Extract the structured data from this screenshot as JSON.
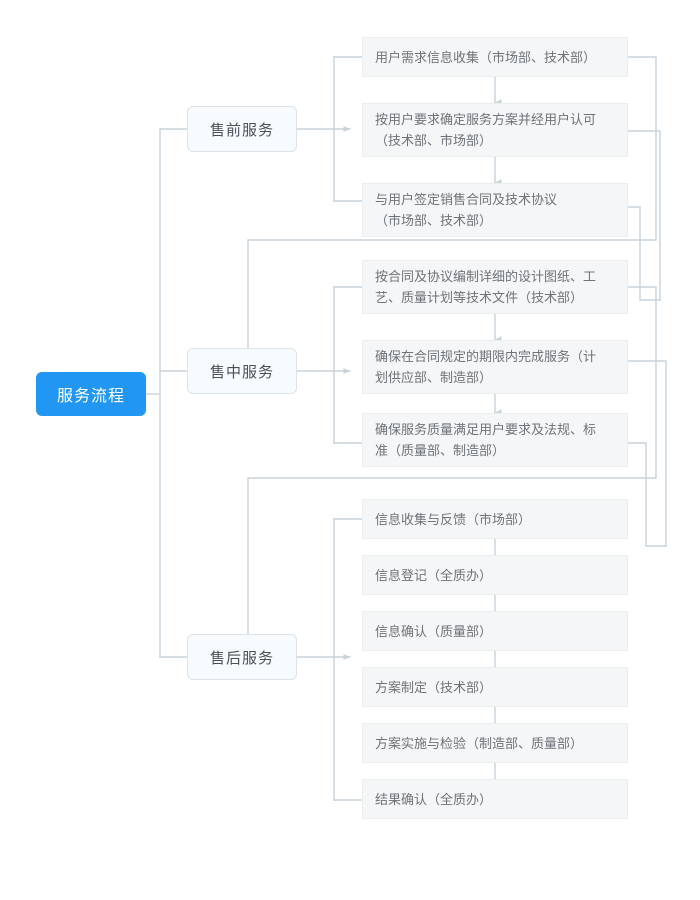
{
  "diagram": {
    "title": "服务流程",
    "root": {
      "label": "服务流程",
      "color": "#2196f3",
      "text_color": "#ffffff"
    },
    "connector_color": "#c9d3da",
    "branches": [
      {
        "id": "presale",
        "label": "售前服务",
        "steps": [
          {
            "id": "presale-1",
            "label": "用户需求信息收集（市场部、技术部）"
          },
          {
            "id": "presale-2",
            "label": "按用户要求确定服务方案并经用户认可\n（技术部、市场部）"
          },
          {
            "id": "presale-3",
            "label": "与用户签定销售合同及技术协议\n（市场部、技术部）"
          }
        ]
      },
      {
        "id": "midsale",
        "label": "售中服务",
        "steps": [
          {
            "id": "midsale-1",
            "label": "按合同及协议编制详细的设计图纸、工\n艺、质量计划等技术文件（技术部）"
          },
          {
            "id": "midsale-2",
            "label": "确保在合同规定的期限内完成服务（计\n划供应部、制造部）"
          },
          {
            "id": "midsale-3",
            "label": "确保服务质量满足用户要求及法规、标\n准（质量部、制造部）"
          }
        ]
      },
      {
        "id": "aftersale",
        "label": "售后服务",
        "steps": [
          {
            "id": "aftersale-1",
            "label": "信息收集与反馈（市场部）"
          },
          {
            "id": "aftersale-2",
            "label": "信息登记（全质办）"
          },
          {
            "id": "aftersale-3",
            "label": "信息确认（质量部）"
          },
          {
            "id": "aftersale-4",
            "label": "方案制定（技术部）"
          },
          {
            "id": "aftersale-5",
            "label": "方案实施与检验（制造部、质量部）"
          },
          {
            "id": "aftersale-6",
            "label": "结果确认（全质办）"
          }
        ]
      }
    ]
  }
}
